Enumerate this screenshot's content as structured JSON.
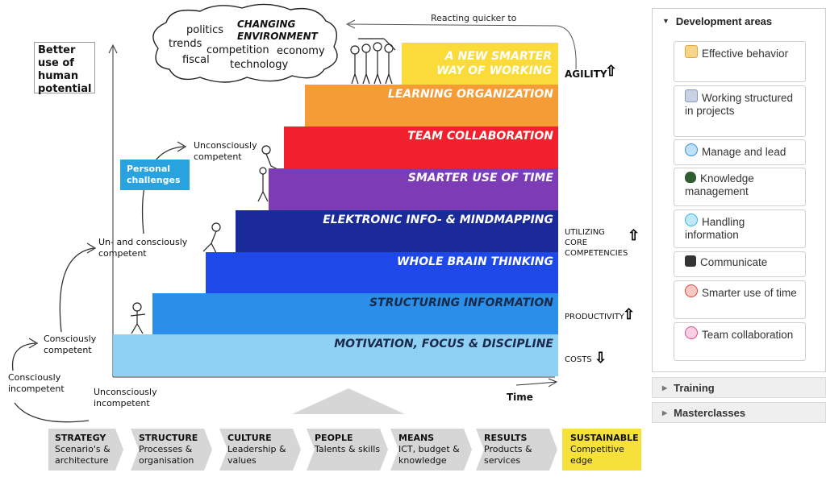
{
  "cloud": {
    "words": [
      "politics",
      "trends",
      "competition",
      "economy",
      "fiscal",
      "technology"
    ],
    "title": "CHANGING ENVIRONMENT"
  },
  "reacting_label": "Reacting quicker to",
  "y_axis_label": "Better use of human potential",
  "x_axis_label": "Time",
  "steps": [
    {
      "label": "A NEW SMARTER WAY OF WORKING",
      "color": "#fbdb3a"
    },
    {
      "label": "LEARNING ORGANIZATION",
      "color": "#f59c36"
    },
    {
      "label": "TEAM COLLABORATION",
      "color": "#f0202c"
    },
    {
      "label": "SMARTER USE OF TIME",
      "color": "#7b3cb6"
    },
    {
      "label": "ELEKTRONIC INFO- & MINDMAPPING",
      "color": "#1b2a99"
    },
    {
      "label": "WHOLE BRAIN THINKING",
      "color": "#1e49e8"
    },
    {
      "label": "STRUCTURING INFORMATION",
      "color": "#2b8ee8"
    },
    {
      "label": "MOTIVATION, FOCUS & DISCIPLINE",
      "color": "#8fd0f5"
    }
  ],
  "right_labels": {
    "agility": "AGILITY",
    "core": "UTILIZING CORE COMPETENCIES",
    "productivity": "PRODUCTIVITY",
    "costs": "COSTS"
  },
  "personal_challenges": "Personal challenges",
  "competence": {
    "unconsciously_competent": "Unconsciously competent",
    "un_and_consciously_competent": "Un- and consciously competent",
    "consciously_competent": "Consciously competent",
    "consciously_incompetent": "Consciously incompetent",
    "unconsciously_incompetent": "Unconsciously incompetent"
  },
  "chevrons": [
    {
      "title": "STRATEGY",
      "sub": "Scenario's & architecture"
    },
    {
      "title": "STRUCTURE",
      "sub": "Processes & organisation"
    },
    {
      "title": "CULTURE",
      "sub": "Leadership & values"
    },
    {
      "title": "PEOPLE",
      "sub": "Talents & skills"
    },
    {
      "title": "MEANS",
      "sub": "ICT, budget & knowledge"
    },
    {
      "title": "RESULTS",
      "sub": "Products & services"
    },
    {
      "title": "SUSTAINABLE",
      "sub": "Competitive edge"
    }
  ],
  "sidebar": {
    "title": "Development areas",
    "items": [
      {
        "label": "Effective behavior",
        "icon": "effective-behavior-icon",
        "color": "#e9a33a"
      },
      {
        "label": "Working structured in projects",
        "icon": "projects-icon",
        "color": "#8a98b8"
      },
      {
        "label": "Manage and lead",
        "icon": "manage-lead-icon",
        "color": "#3a8fd6"
      },
      {
        "label": "Knowledge management",
        "icon": "tree-icon",
        "color": "#2f5d2f"
      },
      {
        "label": "Handling information",
        "icon": "information-icon",
        "color": "#36b6e8"
      },
      {
        "label": "Communicate",
        "icon": "megaphone-icon",
        "color": "#333333"
      },
      {
        "label": "Smarter use of time",
        "icon": "clock-icon",
        "color": "#e2443a"
      },
      {
        "label": "Team collaboration",
        "icon": "team-icon",
        "color": "#e24a8a"
      }
    ],
    "collapsed": [
      {
        "label": "Training"
      },
      {
        "label": "Masterclasses"
      }
    ]
  }
}
